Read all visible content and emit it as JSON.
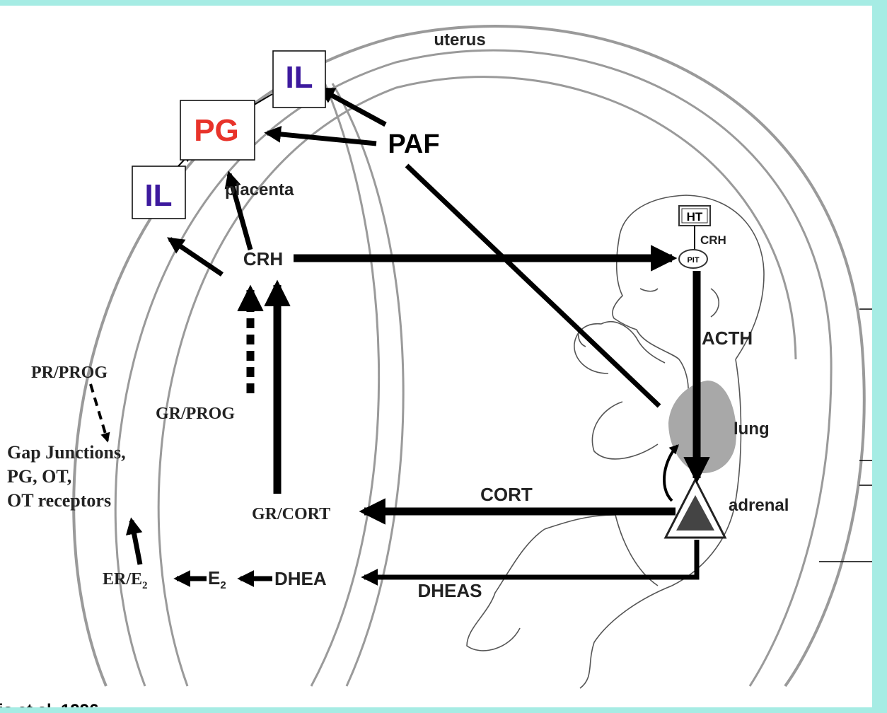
{
  "colors": {
    "background": "#a6ece4",
    "panel": "#ffffff",
    "pg_red": "#e8332a",
    "il_purple": "#3d1a9e",
    "lung_gray": "#a8a8a8",
    "adrenal_gray": "#444444"
  },
  "labels": {
    "uterus": "uterus",
    "il_top": "IL",
    "pg": "PG",
    "paf": "PAF",
    "il_left": "IL",
    "placenta": "placenta",
    "crh": "CRH",
    "ht": "HT",
    "crh_small": "CRH",
    "pit": "PIT",
    "acth": "ACTH",
    "pr_prog": "PR/PROG",
    "gr_prog": "GR/PROG",
    "gap_line1": "Gap Junctions,",
    "gap_line2": "PG, OT,",
    "gap_line3": "OT receptors",
    "lung": "lung",
    "cort": "CORT",
    "gr_cort": "GR/CORT",
    "adrenal": "adrenal",
    "er_e2": "ER/E",
    "er_e2_sub": "2",
    "e2": "E",
    "e2_sub": "2",
    "dhea": "DHEA",
    "dheas": "DHEAS",
    "citation": "is et al. 1996"
  }
}
